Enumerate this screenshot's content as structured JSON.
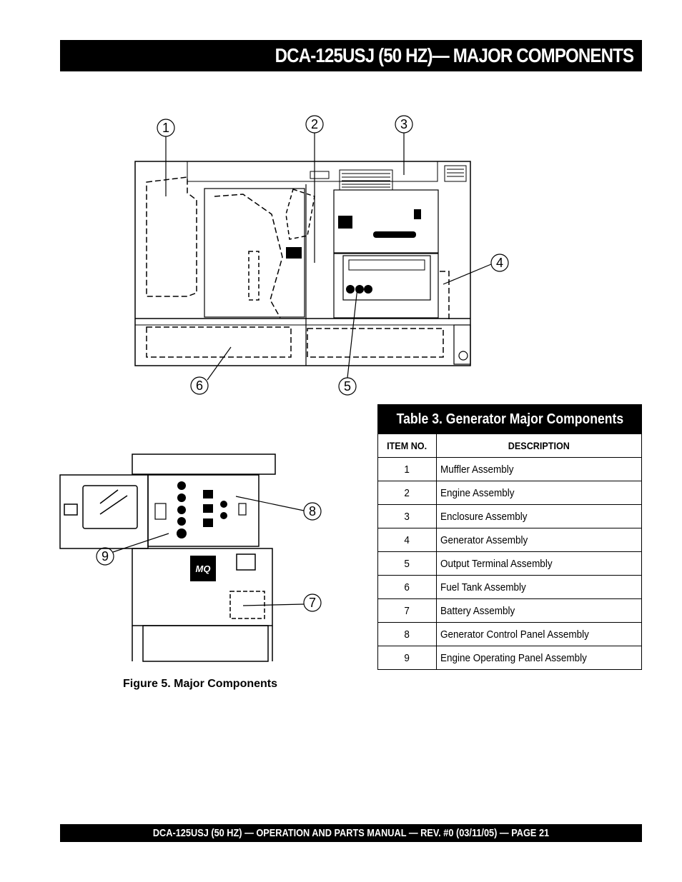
{
  "header": {
    "title": "DCA-125USJ (50 HZ)— MAJOR COMPONENTS"
  },
  "figure": {
    "caption": "Figure 5. Major Components",
    "callouts": [
      "1",
      "2",
      "3",
      "4",
      "5",
      "6",
      "7",
      "8",
      "9"
    ],
    "logo_text": "MQ"
  },
  "table": {
    "title": "Table 3. Generator Major Components",
    "columns": [
      "ITEM NO.",
      "DESCRIPTION"
    ],
    "rows": [
      {
        "item": "1",
        "description": "Muffler Assembly"
      },
      {
        "item": "2",
        "description": "Engine Assembly"
      },
      {
        "item": "3",
        "description": "Enclosure Assembly"
      },
      {
        "item": "4",
        "description": "Generator Assembly"
      },
      {
        "item": "5",
        "description": "Output Terminal Assembly"
      },
      {
        "item": "6",
        "description": "Fuel Tank Assembly"
      },
      {
        "item": "7",
        "description": "Battery Assembly"
      },
      {
        "item": "8",
        "description": "Generator Control Panel Assembly"
      },
      {
        "item": "9",
        "description": "Engine Operating Panel Assembly"
      }
    ]
  },
  "footer": {
    "text": "DCA-125USJ (50 HZ) — OPERATION AND PARTS MANUAL — REV. #0  (03/11/05) — PAGE 21"
  }
}
